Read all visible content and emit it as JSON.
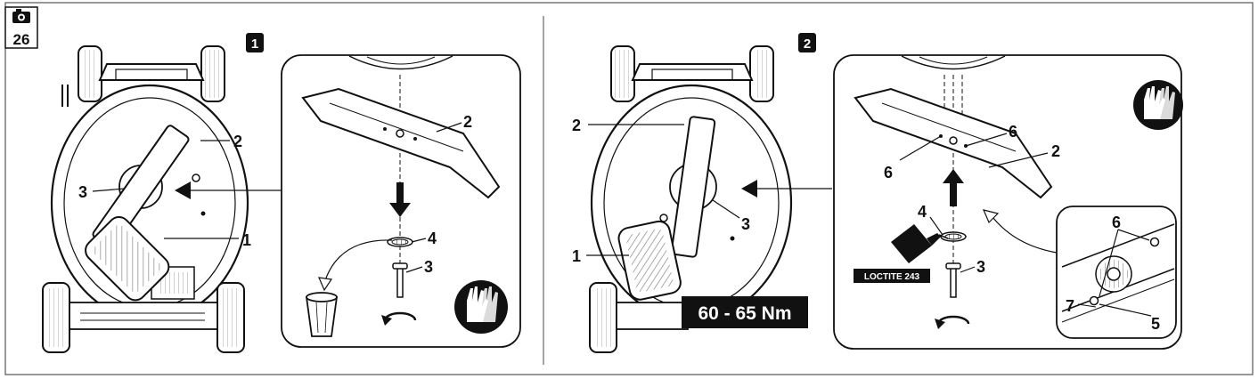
{
  "figure": {
    "number": "26",
    "icon": "camera-icon",
    "colors": {
      "ink": "#111111",
      "paper": "#ffffff",
      "tint": "#f2f2f2"
    }
  },
  "panel1": {
    "step": "1",
    "labels": {
      "l1": "1",
      "l2": "2",
      "l3": "3"
    },
    "detail": {
      "l2": "2",
      "l3": "3",
      "l4": "4"
    },
    "icons": [
      "gloves-icon",
      "waste-bin-icon",
      "rotate-arrow-icon"
    ]
  },
  "panel2": {
    "step": "2",
    "labels": {
      "l1": "1",
      "l2": "2",
      "l3": "3"
    },
    "torque": "60 - 65 Nm",
    "detail": {
      "l2": "2",
      "l3": "3",
      "l4": "4",
      "l6a": "6",
      "l6b": "6"
    },
    "adhesive": "LOCTITE 243",
    "zoom": {
      "l5": "5",
      "l6": "6",
      "l7": "7"
    },
    "icons": [
      "gloves-icon",
      "adhesive-bottle-icon",
      "rotate-arrow-icon"
    ]
  }
}
